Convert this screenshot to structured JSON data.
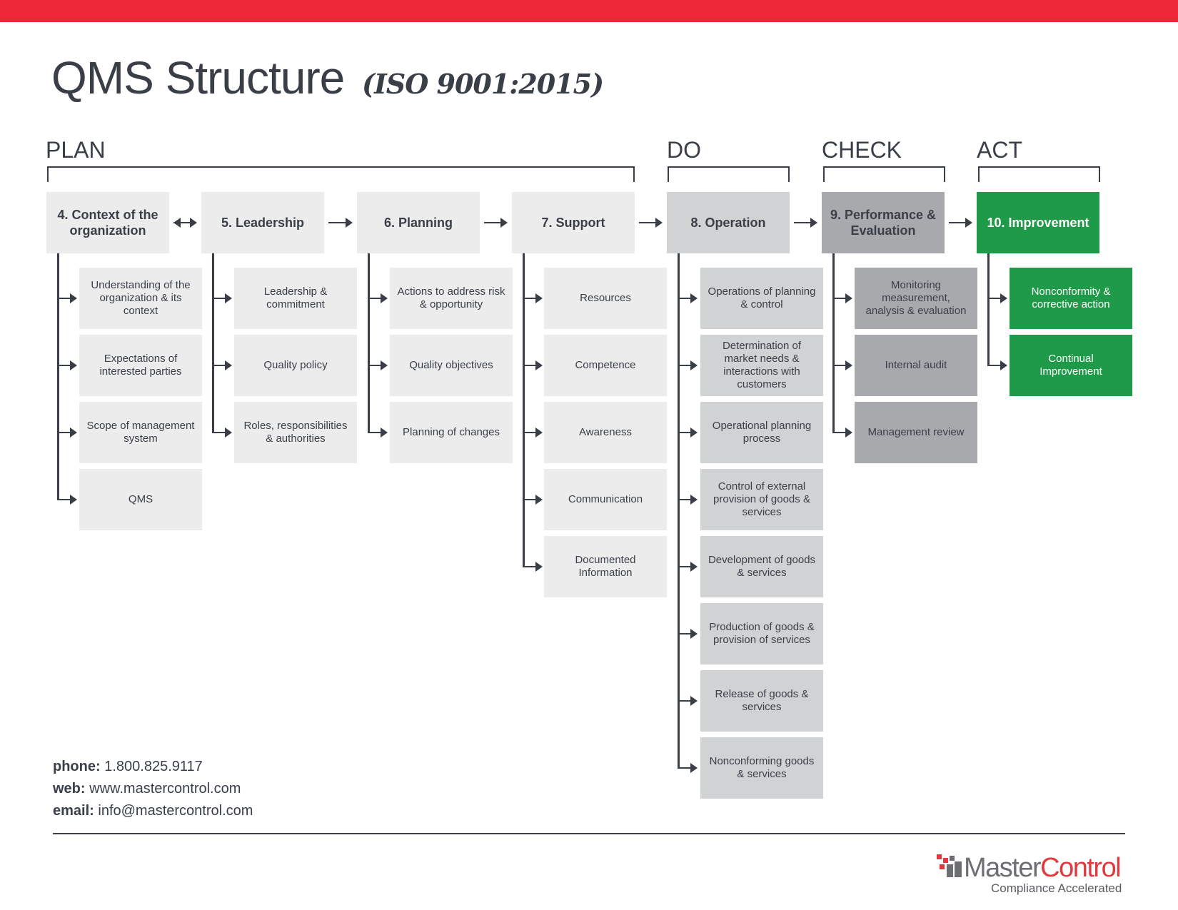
{
  "title": "QMS Structure",
  "subtitle": "(ISO 9001:2015)",
  "phases": [
    "PLAN",
    "DO",
    "CHECK",
    "ACT"
  ],
  "clauses": [
    {
      "label": "4. Context of the organization",
      "items": [
        "Understanding of the organization & its context",
        "Expectations of interested parties",
        "Scope of management system",
        "QMS"
      ]
    },
    {
      "label": "5. Leadership",
      "items": [
        "Leadership & commitment",
        "Quality policy",
        "Roles, responsibilities & authorities"
      ]
    },
    {
      "label": "6. Planning",
      "items": [
        "Actions to address risk & opportunity",
        "Quality objectives",
        "Planning of changes"
      ]
    },
    {
      "label": "7.  Support",
      "items": [
        "Resources",
        "Competence",
        "Awareness",
        "Communication",
        "Documented Information"
      ]
    },
    {
      "label": "8. Operation",
      "items": [
        "Operations of planning & control",
        "Determination of market needs & interactions with customers",
        "Operational planning process",
        "Control of external provision of goods & services",
        "Development of goods & services",
        "Production of goods & provision of services",
        "Release of goods & services",
        "Nonconforming goods & services"
      ]
    },
    {
      "label": "9. Performance & Evaluation",
      "items": [
        "Monitoring measurement, analysis & evaluation",
        "Internal audit",
        "Management review"
      ]
    },
    {
      "label": "10. Improvement",
      "items": [
        "Nonconformity & corrective action",
        "Continual Improvement"
      ]
    }
  ],
  "colors": {
    "top_bar": "#ee2737",
    "plan": "#ececec",
    "do": "#d1d2d4",
    "check": "#a7a9ac",
    "act": "#1f9a48"
  },
  "contact": {
    "phone_label": "phone:",
    "phone": "1.800.825.9117",
    "web_label": "web:",
    "web": "www.mastercontrol.com",
    "email_label": "email:",
    "email": "info@mastercontrol.com"
  },
  "logo": {
    "word_1": "Master",
    "word_2": "Control",
    "tagline": "Compliance Accelerated"
  }
}
